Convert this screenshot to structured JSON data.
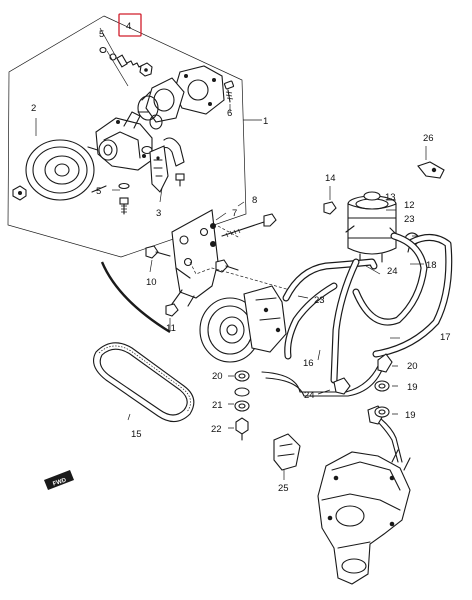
{
  "diagram": {
    "callouts": [
      {
        "key": "c1",
        "text": "1"
      },
      {
        "key": "c2",
        "text": "2"
      },
      {
        "key": "c3",
        "text": "3"
      },
      {
        "key": "c4",
        "text": "4"
      },
      {
        "key": "c5a",
        "text": "5"
      },
      {
        "key": "c5b",
        "text": "5"
      },
      {
        "key": "c6",
        "text": "6"
      },
      {
        "key": "c7",
        "text": "7"
      },
      {
        "key": "c8",
        "text": "8"
      },
      {
        "key": "c10",
        "text": "10"
      },
      {
        "key": "c11",
        "text": "11"
      },
      {
        "key": "c12",
        "text": "12"
      },
      {
        "key": "c13",
        "text": "13"
      },
      {
        "key": "c14",
        "text": "14"
      },
      {
        "key": "c15",
        "text": "15"
      },
      {
        "key": "c16",
        "text": "16"
      },
      {
        "key": "c17",
        "text": "17"
      },
      {
        "key": "c18",
        "text": "18"
      },
      {
        "key": "c19a",
        "text": "19"
      },
      {
        "key": "c19b",
        "text": "19"
      },
      {
        "key": "c20a",
        "text": "20"
      },
      {
        "key": "c20b",
        "text": "20"
      },
      {
        "key": "c21",
        "text": "21"
      },
      {
        "key": "c22",
        "text": "22"
      },
      {
        "key": "c23a",
        "text": "23"
      },
      {
        "key": "c23b",
        "text": "23"
      },
      {
        "key": "c24a",
        "text": "24"
      },
      {
        "key": "c24b",
        "text": "24"
      },
      {
        "key": "c25",
        "text": "25"
      },
      {
        "key": "c26",
        "text": "26"
      }
    ],
    "highlighted_callout": "4",
    "highlight_color": "#d11d2b",
    "fwd_badge": "FWD",
    "icons": [
      "pulley",
      "pump-body",
      "reservoir",
      "bracket",
      "drive-belt",
      "gear-box",
      "hose-clamp",
      "bolt",
      "washer",
      "nut"
    ]
  }
}
